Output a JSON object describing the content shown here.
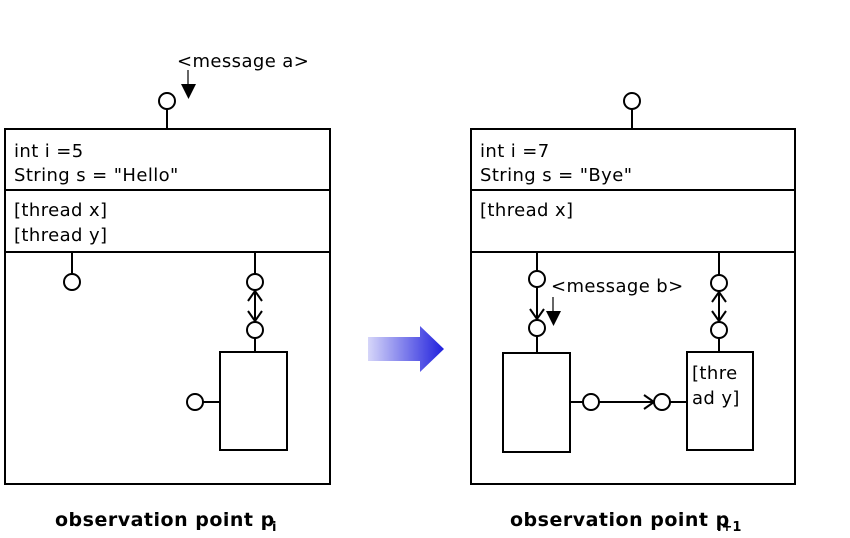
{
  "messages": {
    "a": "<message a>",
    "b": "<message b>"
  },
  "left_component": {
    "attributes": [
      "int i =5",
      "String s = \"Hello\""
    ],
    "threads": [
      "[thread x]",
      "[thread y]"
    ],
    "caption": {
      "label": "observation point p",
      "subscript": "i"
    }
  },
  "right_component": {
    "attributes": [
      "int i =7",
      "String s = \"Bye\""
    ],
    "threads": [
      "[thread x]"
    ],
    "inner_box_label_lines": [
      "[thre",
      "ad y]"
    ],
    "caption": {
      "label": "observation point p",
      "subscript": "i+1"
    }
  },
  "colors": {
    "stroke": "#000000",
    "background": "#ffffff",
    "arrow_gradient_start": "#d6d6f9",
    "arrow_gradient_end": "#2020dd"
  }
}
